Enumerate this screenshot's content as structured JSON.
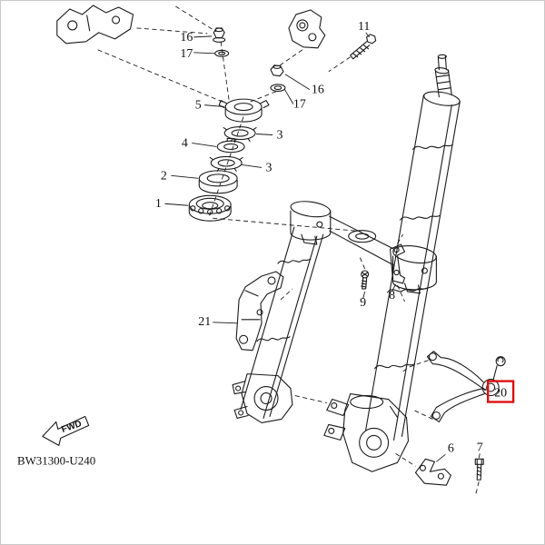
{
  "diagram": {
    "code": "BW31300-U240",
    "fwd_label": "FWD",
    "highlight_color": "#dd1111",
    "line_color": "#1a1a1a",
    "labels": [
      {
        "id": "16-a",
        "text": "16"
      },
      {
        "id": "17-a",
        "text": "17"
      },
      {
        "id": "11",
        "text": "11"
      },
      {
        "id": "16-b",
        "text": "16"
      },
      {
        "id": "17-b",
        "text": "17"
      },
      {
        "id": "5",
        "text": "5"
      },
      {
        "id": "3-a",
        "text": "3"
      },
      {
        "id": "4",
        "text": "4"
      },
      {
        "id": "3-b",
        "text": "3"
      },
      {
        "id": "2",
        "text": "2"
      },
      {
        "id": "1",
        "text": "1"
      },
      {
        "id": "21",
        "text": "21"
      },
      {
        "id": "9",
        "text": "9"
      },
      {
        "id": "8",
        "text": "8"
      },
      {
        "id": "20",
        "text": "20",
        "highlighted": true
      },
      {
        "id": "6",
        "text": "6"
      },
      {
        "id": "7",
        "text": "7"
      }
    ]
  }
}
